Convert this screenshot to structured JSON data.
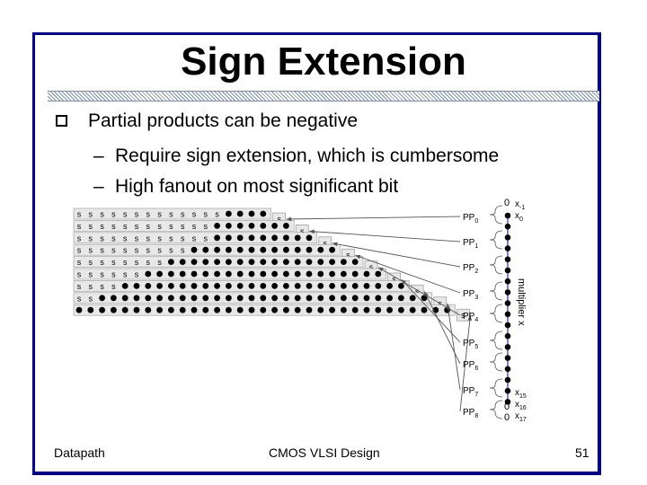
{
  "title": "Sign Extension",
  "bullets": {
    "main": "Partial products can be negative",
    "sub1": "Require sign extension, which is cumbersome",
    "sub2": "High fanout on most significant bit"
  },
  "figure": {
    "multiplier_label": "multiplier x",
    "pp_labels": [
      "PP0",
      "PP1",
      "PP2",
      "PP3",
      "PP4",
      "PP5",
      "PP6",
      "PP7",
      "PP8"
    ],
    "x_top": [
      "x-1",
      "x0"
    ],
    "x_bottom": [
      "x15",
      "x16",
      "x17"
    ],
    "zeros": [
      "0",
      "0",
      "0"
    ],
    "sign_bit": "s"
  },
  "footer": {
    "left": "Datapath",
    "center": "CMOS VLSI Design",
    "page": "51"
  }
}
